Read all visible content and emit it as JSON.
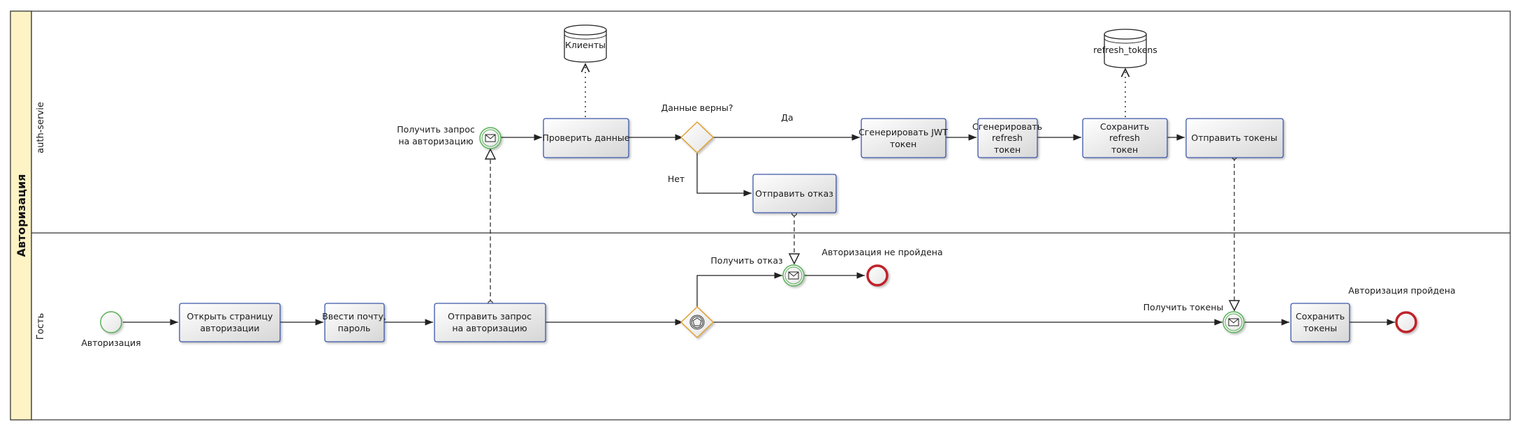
{
  "pool": {
    "title": "Авторизация"
  },
  "lanes": {
    "service": "auth-servie",
    "guest": "Гость"
  },
  "data_stores": {
    "clients": "Клиенты",
    "refresh_tokens": "refresh_tokens"
  },
  "tasks": {
    "check_data": "Проверить данные",
    "generate_jwt": [
      "Сгенерировать JWT",
      "токен"
    ],
    "generate_refresh": [
      "Сгенерировать",
      "refresh",
      "токен"
    ],
    "save_refresh": [
      "Сохранить",
      "refresh",
      "токен"
    ],
    "send_tokens": "Отправить токены",
    "send_refusal": "Отправить отказ",
    "open_auth_page": [
      "Открыть страницу",
      "авторизации"
    ],
    "enter_email": [
      "Ввести почту,",
      "пароль"
    ],
    "send_request": [
      "Отправить запрос",
      "на авторизацию"
    ],
    "save_tokens": [
      "Сохранить",
      "токены"
    ]
  },
  "events": {
    "receive_request": [
      "Получить запрос",
      "на авторизацию"
    ],
    "receive_refusal": "Получить отказ",
    "auth_failed": "Авторизация не пройдена",
    "start": "Авторизация",
    "receive_tokens": "Получить токены",
    "auth_passed": "Авторизация пройдена"
  },
  "gateway": {
    "question": "Данные верны?",
    "yes": "Да",
    "no": "Нет"
  },
  "colors": {
    "pool_header": "#fdf3c4",
    "task_border": "#3a57a8",
    "task_fill_top": "#ffffff",
    "task_fill_bottom": "#d9d9d9",
    "start_event": "#58b158",
    "end_event": "#c0202b",
    "gateway": "#e0a030",
    "line": "#222222"
  }
}
